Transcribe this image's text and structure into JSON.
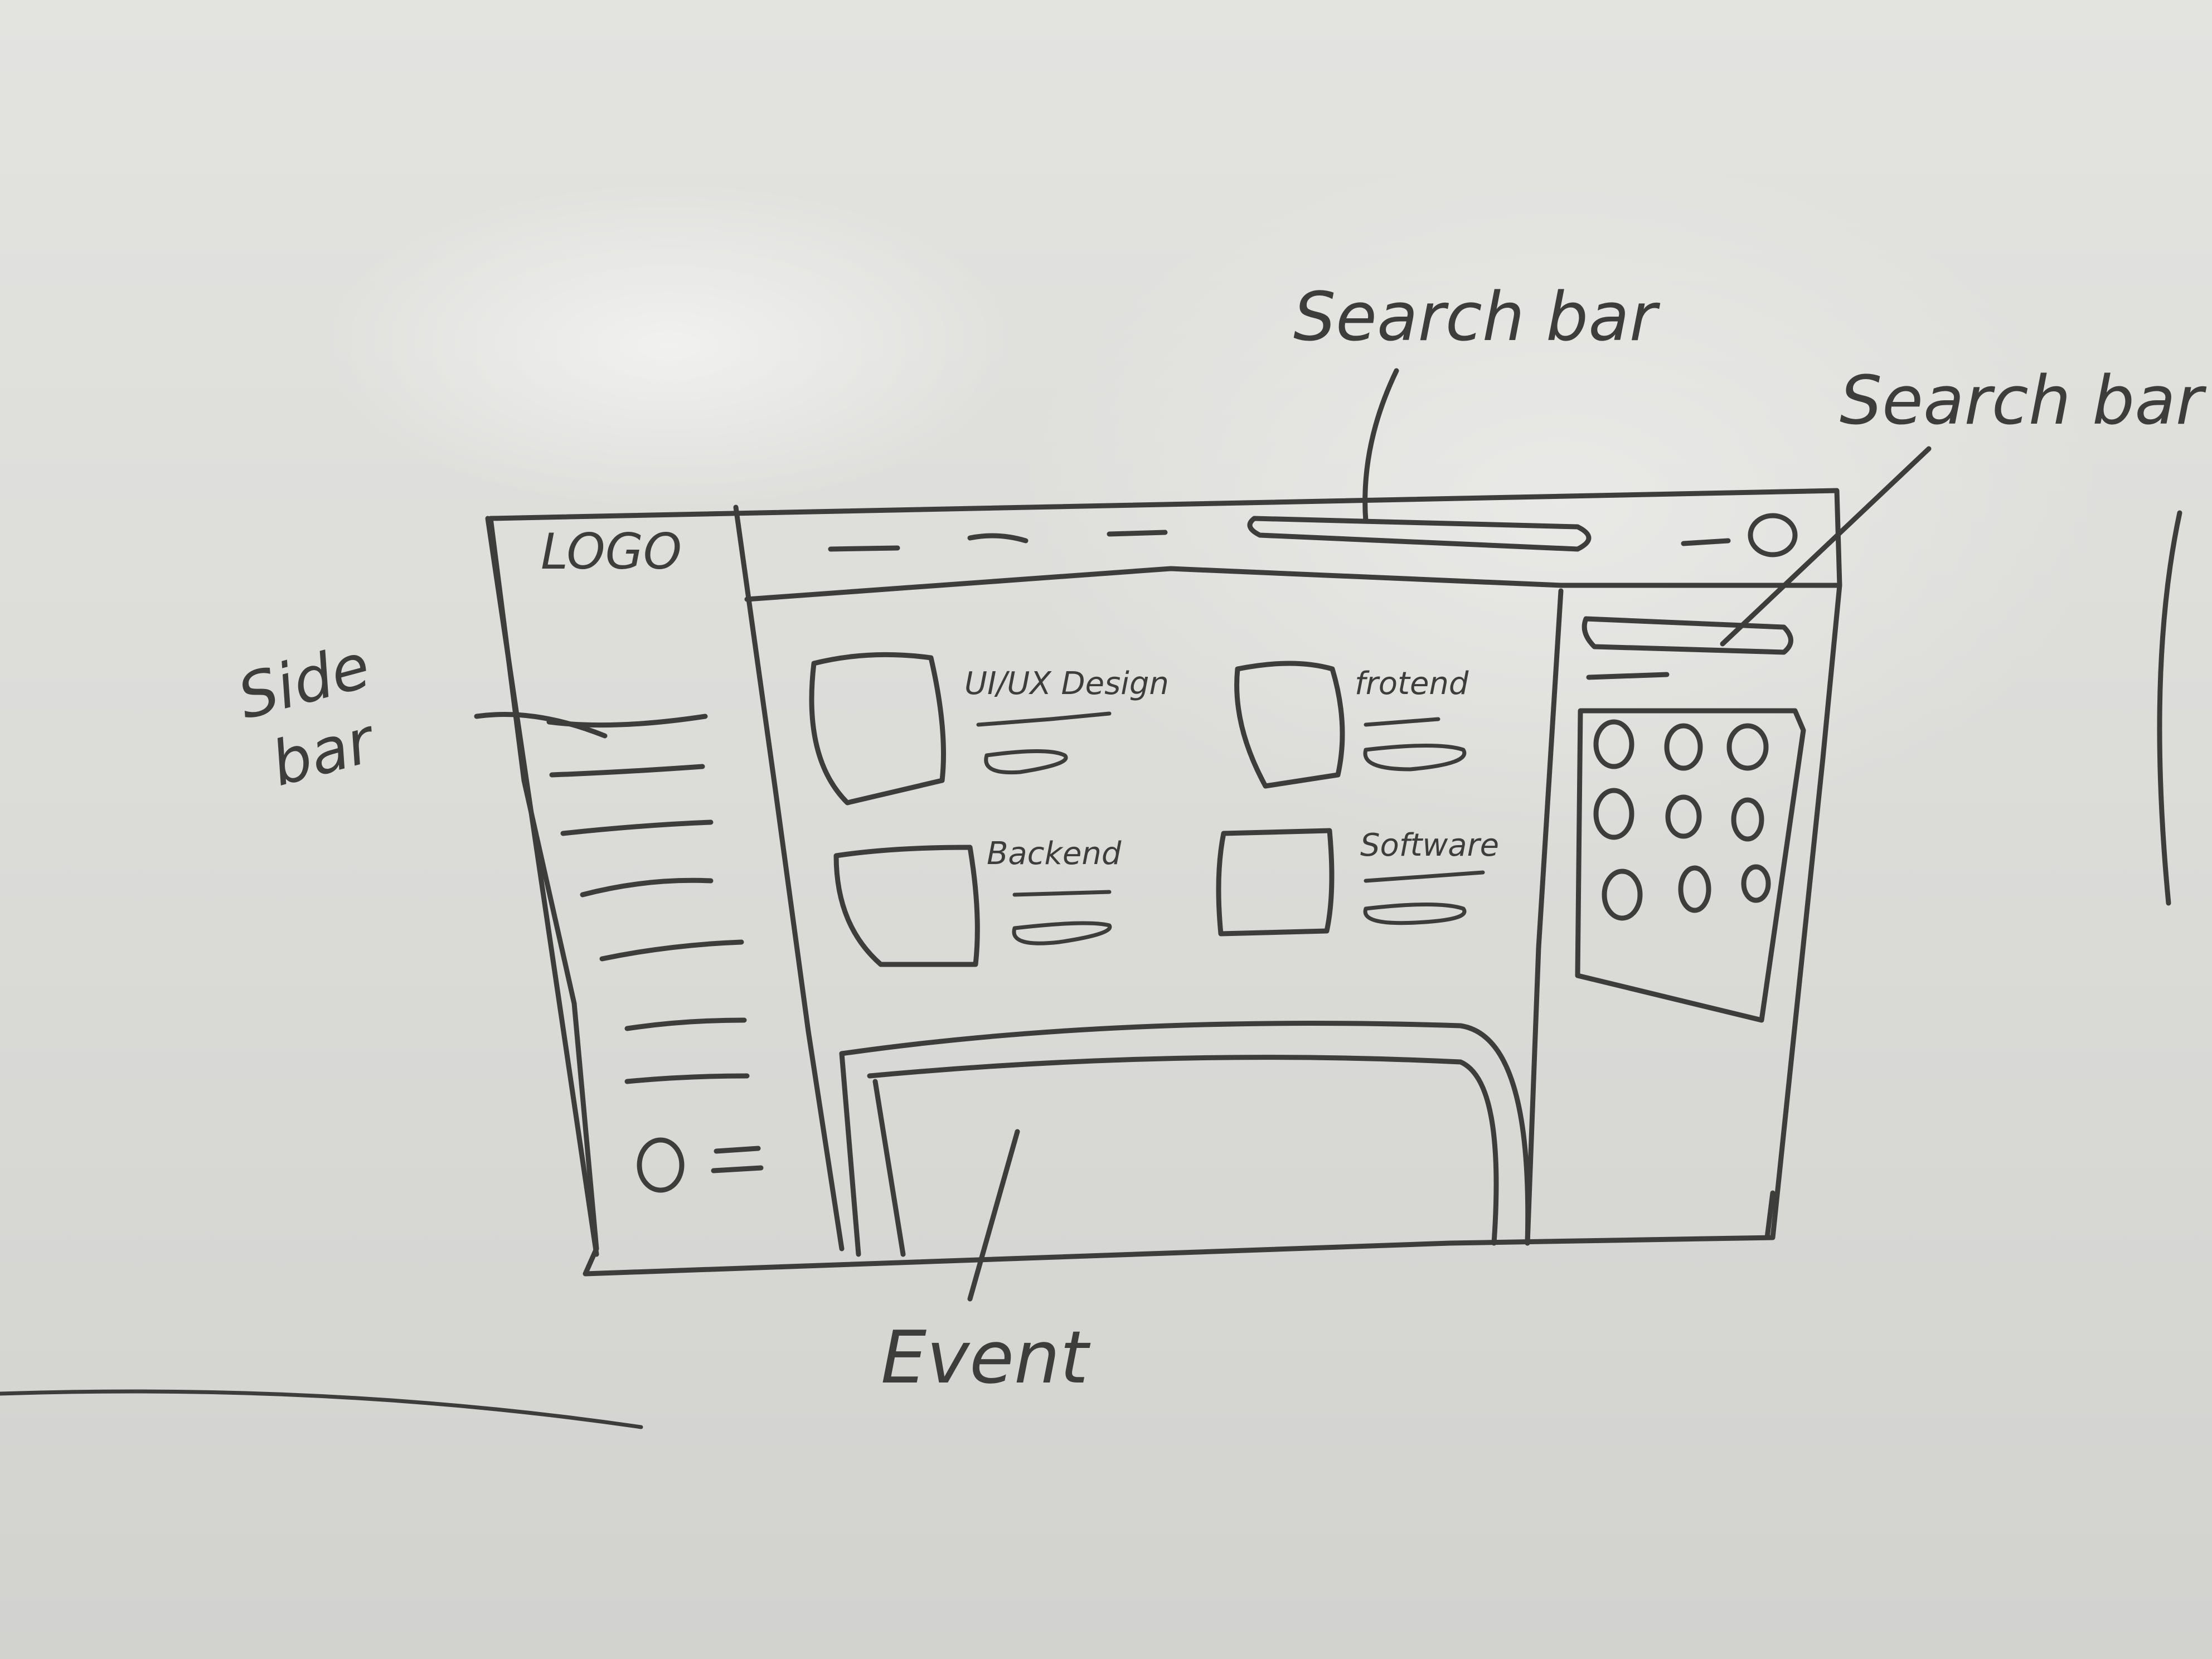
{
  "wireframe": {
    "logo": "LOGO",
    "cards": [
      {
        "label": "UI/UX Design"
      },
      {
        "label": "frotend"
      },
      {
        "label": "Backend"
      },
      {
        "label": "Software"
      }
    ]
  },
  "annotations": {
    "search_bar_top": "Search bar",
    "search_bar_right": "Search bar",
    "sidebar": [
      "Side",
      "bar"
    ],
    "event": "Event"
  },
  "colors": {
    "ink": "#3d3d3b",
    "board": "#dcdcd9"
  }
}
